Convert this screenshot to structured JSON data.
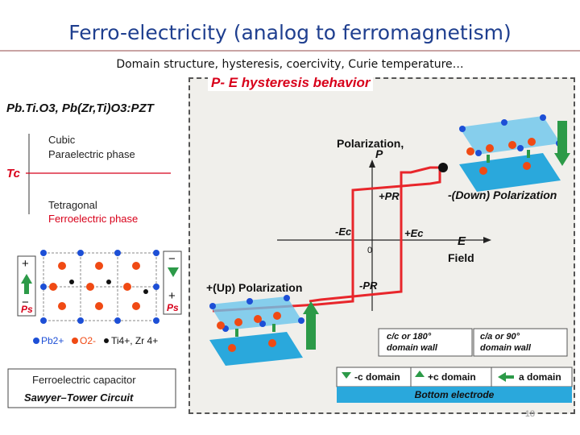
{
  "slide": {
    "title": "Ferro-electricity (analog to ferromagnetism)",
    "subtitle": "Domain structure, hysteresis, coercivity, Curie temperature…",
    "page_number": "18"
  },
  "figure": {
    "title": "P- E hysteresis behavior",
    "materials": "Pb.Ti.O3, Pb(Zr,Ti)O3:PZT",
    "phase_above": [
      "Cubic",
      "Paraelectric phase"
    ],
    "tc_label": "Tc",
    "phase_below": [
      "Tetragonal",
      "Ferroelectric phase"
    ],
    "plus_sign": "+",
    "minus_sign": "−",
    "ps_label": "Ps",
    "ion_legend": [
      "Pb2+",
      "O2-",
      "Ti4+, Zr 4+"
    ],
    "capacitor_title": "Ferroelectric capacitor",
    "capacitor_circuit": "Sawyer–Tower Circuit",
    "axis_y_title": [
      "Polarization,",
      "P"
    ],
    "axis_x_title": [
      "E",
      "Field"
    ],
    "origin": "0",
    "plus_pr": "+PR",
    "minus_pr": "-PR",
    "minus_ec": "-Ec",
    "plus_ec": "+Ec",
    "up_polarization": "+(Up) Polarization",
    "down_polarization": "-(Down) Polarization",
    "wall_180": [
      "c/c or 180°",
      "domain wall"
    ],
    "wall_90": [
      "c/a or 90°",
      "domain wall"
    ],
    "minus_c_domain": "-c domain",
    "plus_c_domain": "+c domain",
    "a_domain": "a domain",
    "bottom_electrode": "Bottom electrode"
  },
  "colors": {
    "title_blue": "#1f3f8f",
    "accent_red": "#d8001a",
    "loop_red": "#e8262b",
    "arrow_green": "#2c9a48",
    "electrode_blue": "#2aa8dc",
    "pb_blue": "#1d4fd6",
    "o_orange": "#f04a14"
  }
}
